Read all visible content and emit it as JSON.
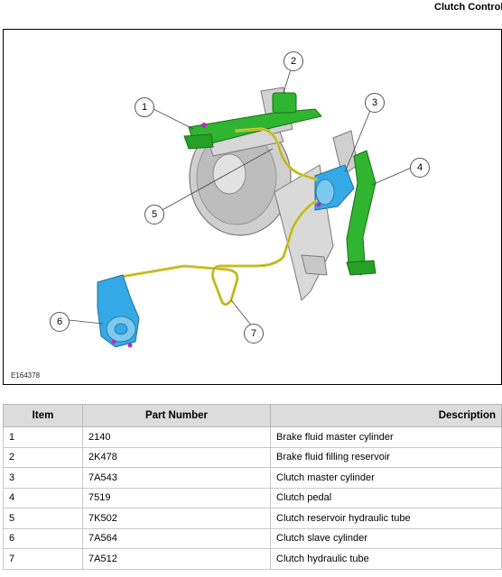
{
  "header": {
    "title": "Clutch Controls"
  },
  "figure": {
    "id_label": "E164378",
    "callouts": [
      "1",
      "2",
      "3",
      "4",
      "5",
      "6",
      "7"
    ]
  },
  "table": {
    "headers": {
      "item": "Item",
      "part_number": "Part Number",
      "description": "Description"
    },
    "rows": [
      {
        "item": "1",
        "part_number": "2140",
        "description": "Brake fluid master cylinder"
      },
      {
        "item": "2",
        "part_number": "2K478",
        "description": "Brake fluid filling reservoir"
      },
      {
        "item": "3",
        "part_number": "7A543",
        "description": "Clutch master cylinder"
      },
      {
        "item": "4",
        "part_number": "7519",
        "description": "Clutch pedal"
      },
      {
        "item": "5",
        "part_number": "7K502",
        "description": "Clutch reservoir hydraulic tube"
      },
      {
        "item": "6",
        "part_number": "7A564",
        "description": "Clutch slave cylinder"
      },
      {
        "item": "7",
        "part_number": "7A512",
        "description": "Clutch hydraulic tube"
      }
    ]
  },
  "colors": {
    "green_part": "#2fb52f",
    "blue_part": "#35a9e6",
    "yellow_tube": "#d6cf3a",
    "grey_part": "#c9c9c9",
    "magenta_fastener": "#b32fb3"
  }
}
